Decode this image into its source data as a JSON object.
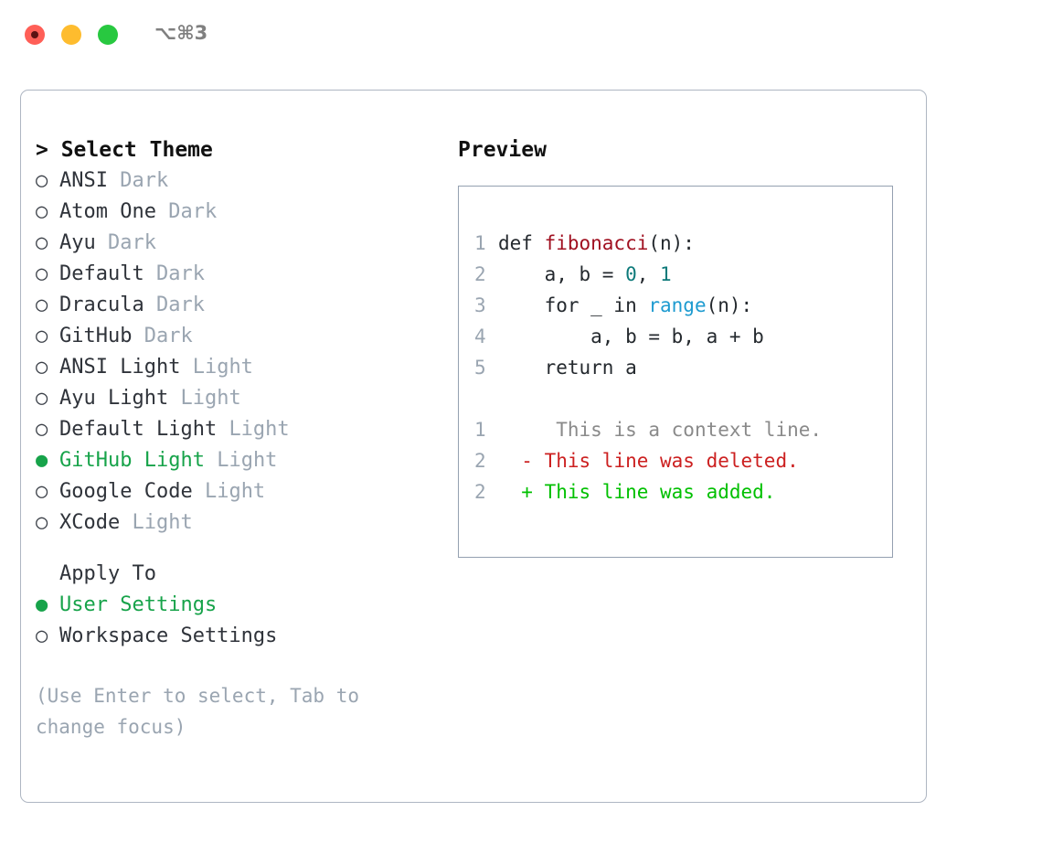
{
  "window": {
    "shortcut_label": "⌥⌘3",
    "traffic_lights": [
      "close",
      "minimize",
      "zoom"
    ]
  },
  "picker": {
    "header": "> Select Theme",
    "marker_selected": "●",
    "marker_unselected": "○",
    "themes": [
      {
        "name": "ANSI",
        "variant": "Dark",
        "selected": false
      },
      {
        "name": "Atom One",
        "variant": "Dark",
        "selected": false
      },
      {
        "name": "Ayu",
        "variant": "Dark",
        "selected": false
      },
      {
        "name": "Default",
        "variant": "Dark",
        "selected": false
      },
      {
        "name": "Dracula",
        "variant": "Dark",
        "selected": false
      },
      {
        "name": "GitHub",
        "variant": "Dark",
        "selected": false
      },
      {
        "name": "ANSI Light",
        "variant": "Light",
        "selected": false
      },
      {
        "name": "Ayu Light",
        "variant": "Light",
        "selected": false
      },
      {
        "name": "Default Light",
        "variant": "Light",
        "selected": false
      },
      {
        "name": "GitHub Light",
        "variant": "Light",
        "selected": true
      },
      {
        "name": "Google Code",
        "variant": "Light",
        "selected": false
      },
      {
        "name": "XCode",
        "variant": "Light",
        "selected": false
      }
    ],
    "apply_to": {
      "label": "Apply To",
      "options": [
        {
          "name": "User Settings",
          "selected": true
        },
        {
          "name": "Workspace Settings",
          "selected": false
        }
      ]
    },
    "hint": "(Use Enter to select, Tab to change focus)"
  },
  "preview": {
    "title": "Preview",
    "code_lines": [
      {
        "num": "1",
        "parts": [
          {
            "t": "def ",
            "c": "plain"
          },
          {
            "t": "fibonacci",
            "c": "fn"
          },
          {
            "t": "(n):",
            "c": "plain"
          }
        ]
      },
      {
        "num": "2",
        "parts": [
          {
            "t": "    a, b = ",
            "c": "plain"
          },
          {
            "t": "0",
            "c": "num"
          },
          {
            "t": ", ",
            "c": "plain"
          },
          {
            "t": "1",
            "c": "num"
          }
        ]
      },
      {
        "num": "3",
        "parts": [
          {
            "t": "    for _ in ",
            "c": "plain"
          },
          {
            "t": "range",
            "c": "call"
          },
          {
            "t": "(n):",
            "c": "plain"
          }
        ]
      },
      {
        "num": "4",
        "parts": [
          {
            "t": "        a, b = b, a + b",
            "c": "plain"
          }
        ]
      },
      {
        "num": "5",
        "parts": [
          {
            "t": "    return a",
            "c": "plain"
          }
        ]
      }
    ],
    "diff_lines": [
      {
        "num": "1",
        "sign": " ",
        "text": "  This is a context line.",
        "kind": "ctx"
      },
      {
        "num": "2",
        "sign": "-",
        "text": " This line was deleted.",
        "kind": "del"
      },
      {
        "num": "2",
        "sign": "+",
        "text": " This line was added.",
        "kind": "add"
      }
    ]
  },
  "colors": {
    "selected_green": "#17a34a",
    "diff_add": "#00c000",
    "diff_del": "#cc2020",
    "variant_gray": "#9aa5b1",
    "border": "#aeb6c2",
    "fn_red": "#a01020",
    "num_teal": "#0d7a7a",
    "call_blue": "#1e9bd0"
  }
}
